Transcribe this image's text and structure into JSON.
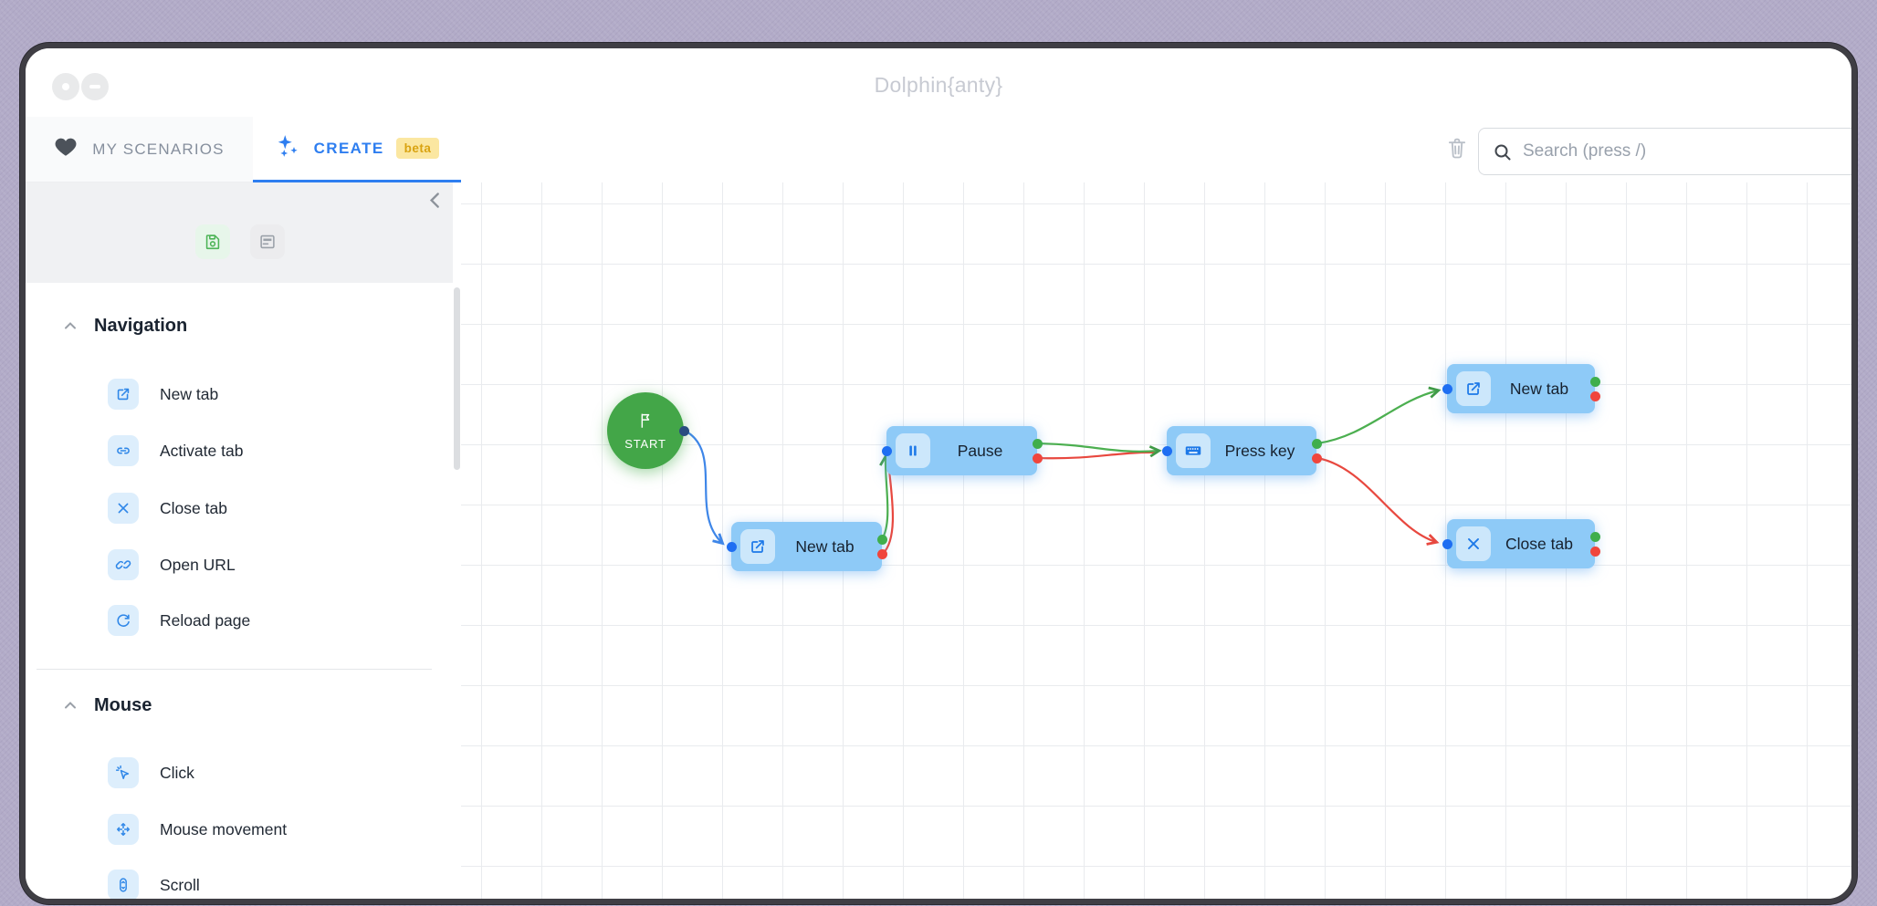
{
  "window": {
    "title": "Dolphin{anty}"
  },
  "tabs": {
    "my_scenarios": "MY SCENARIOS",
    "create": "CREATE",
    "beta_badge": "beta"
  },
  "toolbar": {
    "search_placeholder": "Search (press /)"
  },
  "sidebar": {
    "sections": [
      {
        "label": "Navigation",
        "items": [
          {
            "label": "New tab",
            "icon": "external-link-icon"
          },
          {
            "label": "Activate tab",
            "icon": "link-horizontal-icon"
          },
          {
            "label": "Close tab",
            "icon": "close-icon"
          },
          {
            "label": "Open URL",
            "icon": "chain-link-icon"
          },
          {
            "label": "Reload page",
            "icon": "reload-icon"
          }
        ]
      },
      {
        "label": "Mouse",
        "items": [
          {
            "label": "Click",
            "icon": "cursor-click-icon"
          },
          {
            "label": "Mouse movement",
            "icon": "move-arrows-icon"
          },
          {
            "label": "Scroll",
            "icon": "mouse-scroll-icon"
          }
        ]
      }
    ]
  },
  "canvas": {
    "nodes": [
      {
        "id": "start",
        "label": "START",
        "type": "start",
        "icon": "flag-icon"
      },
      {
        "id": "new-tab-1",
        "label": "New tab",
        "type": "action",
        "icon": "external-link-icon"
      },
      {
        "id": "pause",
        "label": "Pause",
        "type": "action",
        "icon": "pause-icon"
      },
      {
        "id": "press-key",
        "label": "Press key",
        "type": "action",
        "icon": "keyboard-icon"
      },
      {
        "id": "new-tab-2",
        "label": "New tab",
        "type": "action",
        "icon": "external-link-icon"
      },
      {
        "id": "close-tab",
        "label": "Close tab",
        "type": "action",
        "icon": "close-icon"
      }
    ],
    "edges": [
      {
        "from": "start",
        "to": "new-tab-1",
        "color_role": "default"
      },
      {
        "from": "new-tab-1.success",
        "to": "pause",
        "color_role": "success"
      },
      {
        "from": "new-tab-1.error",
        "to": "pause",
        "color_role": "error"
      },
      {
        "from": "pause.success",
        "to": "press-key",
        "color_role": "success"
      },
      {
        "from": "pause.error",
        "to": "press-key",
        "color_role": "error"
      },
      {
        "from": "press-key.success",
        "to": "new-tab-2",
        "color_role": "success"
      },
      {
        "from": "press-key.error",
        "to": "close-tab",
        "color_role": "error"
      }
    ]
  },
  "colors": {
    "create_accent": "#2e7ef0",
    "beta_bg": "#fbe7a1",
    "beta_text": "#d9a311",
    "node_bg": "#8ecaf7",
    "node_icon_blue": "#1d79e8",
    "start_green": "#43a648",
    "success_port": "#3fae4c",
    "error_port": "#f0453c",
    "input_port": "#1e6ef2",
    "start_out_port": "#2a4d80",
    "edge_blue": "#3e86e8",
    "edge_green": "#4caf50",
    "edge_red": "#e8483f",
    "sidebar_icon_blue": "#2f87e8",
    "sidebar_icon_bg": "#ddeefc"
  }
}
